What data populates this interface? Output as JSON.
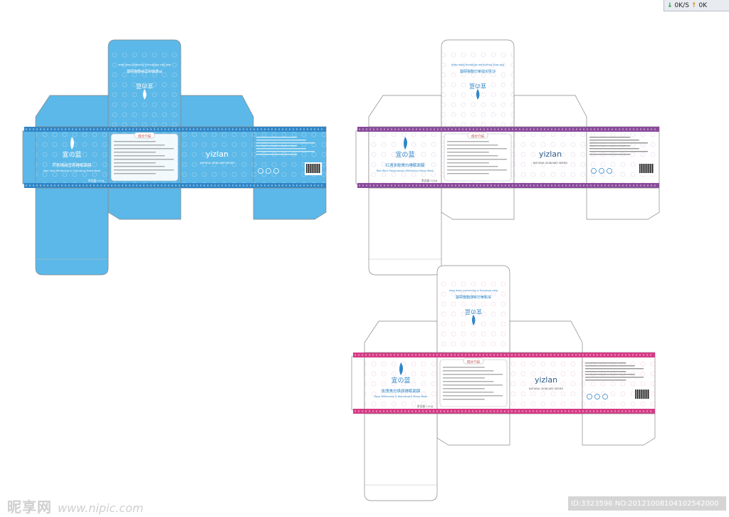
{
  "tray": {
    "down_rate": "0K/S",
    "up_rate": "0K"
  },
  "watermark": {
    "cn": "昵享网",
    "en": "www.nipic.com"
  },
  "image_id": "ID:3323596 NO:20121008104102542000",
  "boxes": [
    {
      "brand_cn": "宜の蓝",
      "brand_script": "yizlan",
      "product_cn": "芦荟精纯营养睡眠面膜",
      "product_en": "Aloe Vera Whitening & Hydrating Sleep Mask",
      "section_title": "成分介绍",
      "net": "净含量:110g",
      "panel_en": "NATURAL SKINCARE SERIES",
      "colors": {
        "fill": "#5bb8e8",
        "band": "#2f86c7",
        "panel": "#ffffff",
        "text": "#2f86c7"
      }
    },
    {
      "brand_cn": "宜の蓝",
      "brand_script": "yizlan",
      "product_cn": "红酒多酚美白睡眠面膜",
      "product_en": "Red Wine Polyphenols Whitening Sleep Mask",
      "section_title": "成分介绍",
      "net": "净含量:110g",
      "panel_en": "NATURAL SKINCARE SERIES",
      "colors": {
        "fill": "#ffffff",
        "band": "#8a4a9c",
        "panel": "#ffffff",
        "text": "#2f86c7"
      }
    },
    {
      "brand_cn": "宜の蓝",
      "brand_script": "yizlan",
      "product_cn": "玫瑰美白焕颜睡眠面膜",
      "product_en": "Rose Whitening & Rejuvenate Sleep Mask",
      "section_title": "成分介绍",
      "net": "净含量:110g",
      "panel_en": "NATURAL SKINCARE SERIES",
      "colors": {
        "fill": "#ffffff",
        "band": "#d63b86",
        "panel": "#ffffff",
        "text": "#2f86c7"
      }
    }
  ]
}
